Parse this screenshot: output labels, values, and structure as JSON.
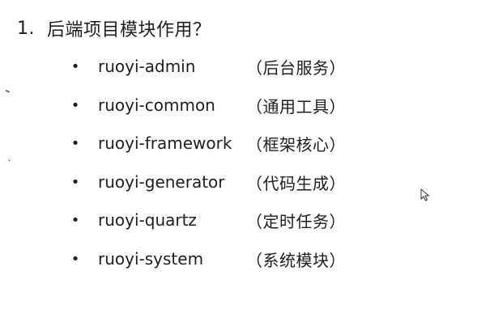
{
  "heading": {
    "number": "1.",
    "text": "后端项目模块作用？"
  },
  "modules": [
    {
      "name": "ruoyi-admin",
      "desc": "（后台服务）"
    },
    {
      "name": "ruoyi-common",
      "desc": "（通用工具）"
    },
    {
      "name": "ruoyi-framework",
      "desc": "（框架核心）"
    },
    {
      "name": "ruoyi-generator",
      "desc": "（代码生成）"
    },
    {
      "name": "ruoyi-quartz",
      "desc": "（定时任务）"
    },
    {
      "name": "ruoyi-system",
      "desc": "（系统模块）"
    }
  ],
  "bullet": "•",
  "icons": {
    "cursor": "mouse-pointer-icon",
    "arc": "dashed-circle-arc"
  },
  "colors": {
    "text": "#1e1e1e",
    "background": "#ffffff",
    "arc": "#555555"
  }
}
